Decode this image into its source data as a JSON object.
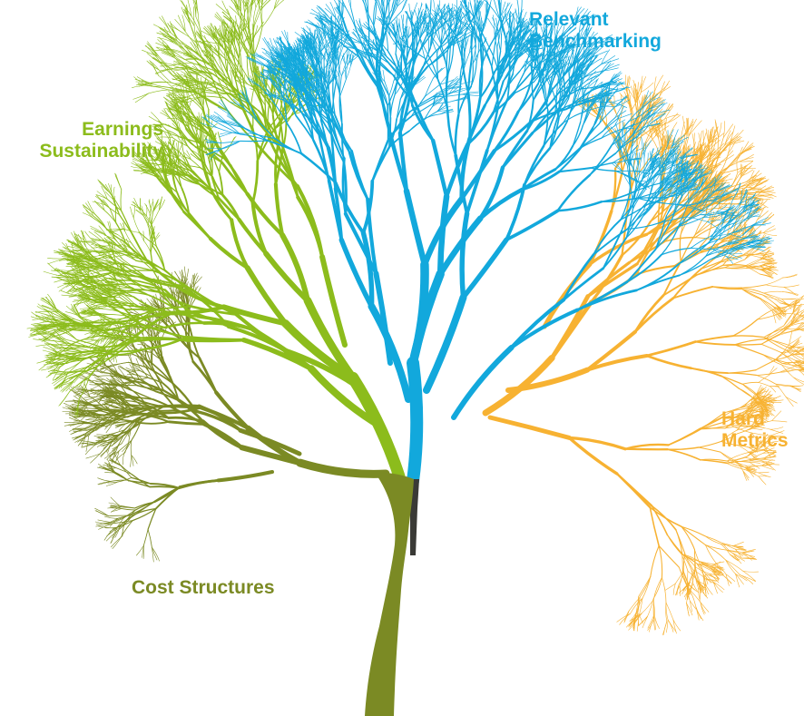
{
  "labels": {
    "relevant_benchmarking": {
      "line1": "Relevant",
      "line2": "Benchmarking"
    },
    "earnings_sustainability": {
      "line1": "Earnings",
      "line2": "Sustainability"
    },
    "hard_metrics": {
      "line1": "Hard",
      "line2": "Metrics"
    },
    "cost_structures": {
      "line1": "Cost Structures"
    }
  },
  "colors": {
    "relevant_benchmarking": "#12a8dc",
    "earnings_sustainability": "#8cbc1c",
    "hard_metrics": "#f7b232",
    "cost_structures": "#7b8a24",
    "trunk": "#7b8a24",
    "trunk_shadow": "#3a3a36"
  }
}
